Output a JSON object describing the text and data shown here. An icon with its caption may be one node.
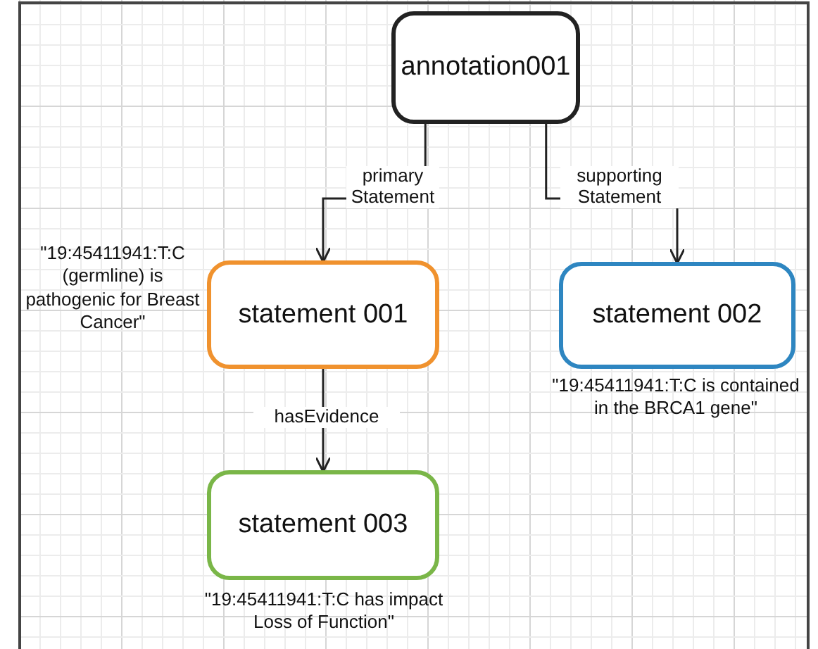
{
  "diagram": {
    "nodes": [
      {
        "text": [
          "annotation001"
        ]
      },
      {
        "text": [
          "statement 001"
        ],
        "beside": [
          "\"19:45411941:T:C (germline) is pathogenic for Breast Cancer\""
        ]
      },
      {
        "text": [
          "statement 002"
        ],
        "beside": [
          "\"19:45411941:T:C is contained in the BRCA1 gene\""
        ]
      },
      {
        "text": [
          "statement 003"
        ],
        "beside": [
          "\"19:45411941:T:C has impact Loss of Function\""
        ]
      }
    ],
    "edges": [
      {
        "from": 0,
        "to": 1,
        "arrow": "to",
        "label": "primary Statement"
      },
      {
        "from": 0,
        "to": 2,
        "arrow": "to",
        "label": "supporting Statement"
      },
      {
        "from": 1,
        "to": 3,
        "arrow": "to",
        "label": "hasEvidence"
      }
    ]
  }
}
